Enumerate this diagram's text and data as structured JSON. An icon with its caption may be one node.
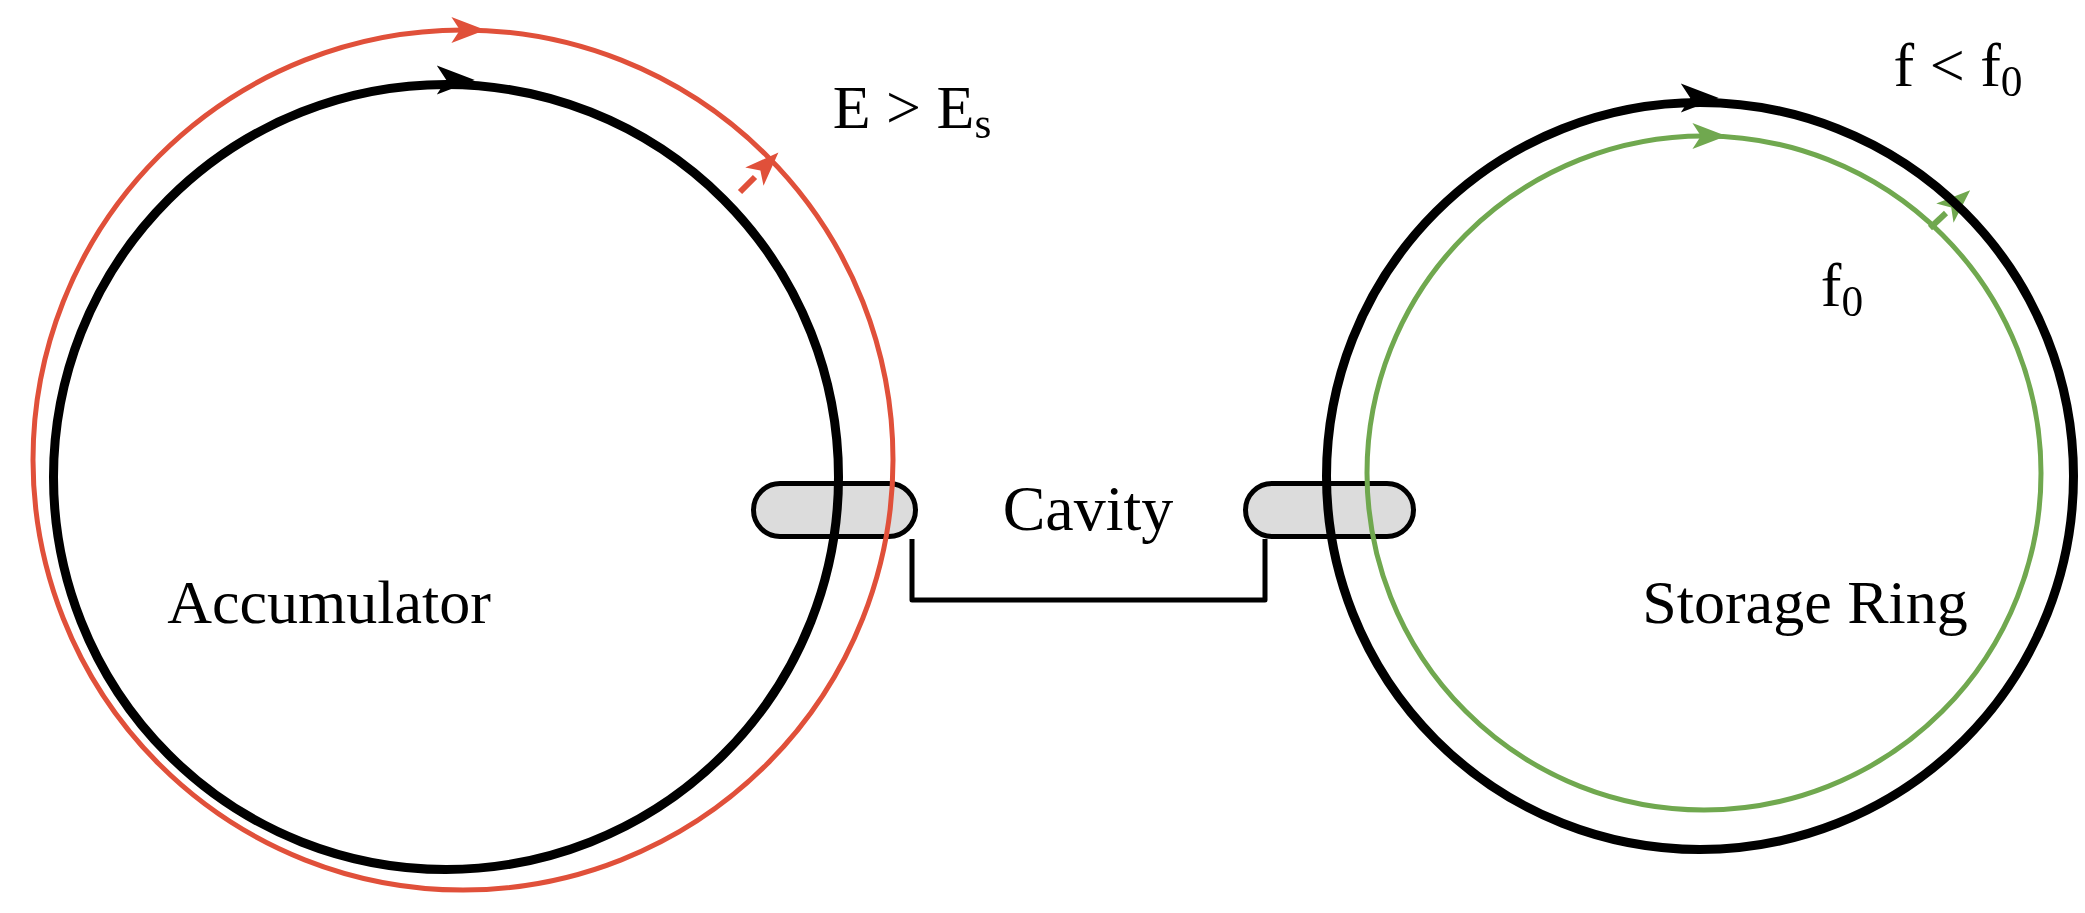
{
  "diagram": {
    "nodes": [
      {
        "text": [
          "Accumulator"
        ]
      },
      {
        "text": [],
        "shape": "bar"
      },
      {
        "text": [],
        "shape": "bar"
      },
      {
        "text": [
          "Storage Ring"
        ]
      }
    ],
    "edges": [
      {
        "from": 1,
        "to": 2,
        "arrow": "none"
      }
    ],
    "labels": [
      "E > E$_{s}$",
      "f < f$_{0}$",
      "f$_{0}$",
      "Cavity"
    ]
  }
}
